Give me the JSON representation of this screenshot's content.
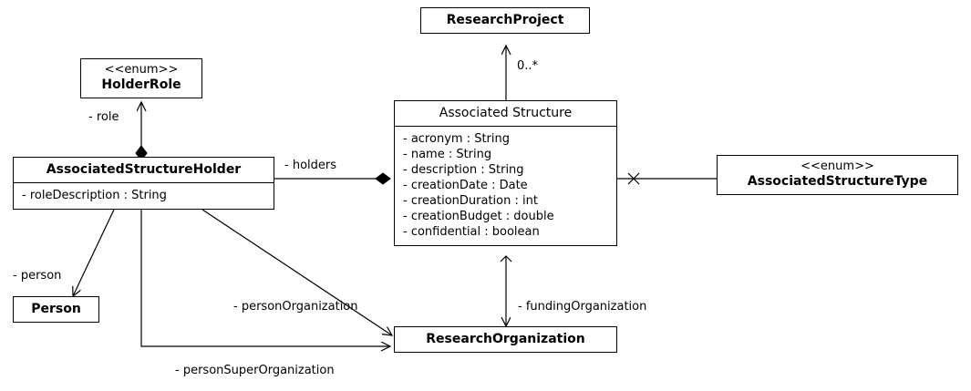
{
  "diagram": {
    "type": "uml-class-diagram",
    "classes": [
      {
        "id": "research-project",
        "name": "ResearchProject",
        "stereotype": "",
        "attributes": []
      },
      {
        "id": "holder-role",
        "name": "HolderRole",
        "stereotype": "<<enum>>",
        "attributes": []
      },
      {
        "id": "associated-structure",
        "name": "Associated Structure",
        "stereotype": "",
        "attributes": [
          "- acronym : String",
          "- name : String",
          "- description : String",
          "- creationDate : Date",
          "- creationDuration : int",
          "- creationBudget : double",
          "- confidential : boolean"
        ]
      },
      {
        "id": "associated-structure-holder",
        "name": "AssociatedStructureHolder",
        "stereotype": "",
        "attributes": [
          "- roleDescription : String"
        ]
      },
      {
        "id": "associated-structure-type",
        "name": "AssociatedStructureType",
        "stereotype": "<<enum>>",
        "attributes": []
      },
      {
        "id": "person",
        "name": "Person",
        "stereotype": "",
        "attributes": []
      },
      {
        "id": "research-organization",
        "name": "ResearchOrganization",
        "stereotype": "",
        "attributes": []
      }
    ],
    "edge_labels": [
      {
        "id": "multiplicity-research-project",
        "text": "0..*"
      },
      {
        "id": "role",
        "text": "- role"
      },
      {
        "id": "holders",
        "text": "- holders"
      },
      {
        "id": "person",
        "text": "- person"
      },
      {
        "id": "person-organization",
        "text": "- personOrganization"
      },
      {
        "id": "funding-organization",
        "text": "- fundingOrganization"
      },
      {
        "id": "person-super-organization",
        "text": "- personSuperOrganization"
      }
    ]
  }
}
